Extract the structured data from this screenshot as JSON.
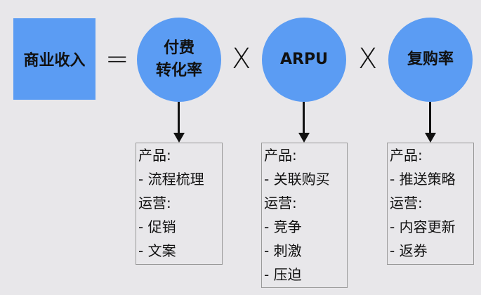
{
  "formula": {
    "result": "商业收入",
    "equals": "=",
    "multiply": "X",
    "factors": [
      {
        "label_lines": [
          "付费",
          "转化率"
        ]
      },
      {
        "label_lines": [
          "ARPU"
        ]
      },
      {
        "label_lines": [
          "复购率"
        ]
      }
    ]
  },
  "details": [
    {
      "lines": [
        "产品:",
        "- 流程梳理",
        "运营:",
        "- 促销",
        "- 文案"
      ]
    },
    {
      "lines": [
        "产品:",
        "- 关联购买",
        "运营:",
        "- 竞争",
        "- 刺激",
        "- 压迫"
      ]
    },
    {
      "lines": [
        "产品:",
        "- 推送策略",
        "运营:",
        "- 内容更新",
        "- 返券"
      ]
    }
  ],
  "colors": {
    "node_fill": "#5b9cf3",
    "background": "#e8e7ea"
  }
}
